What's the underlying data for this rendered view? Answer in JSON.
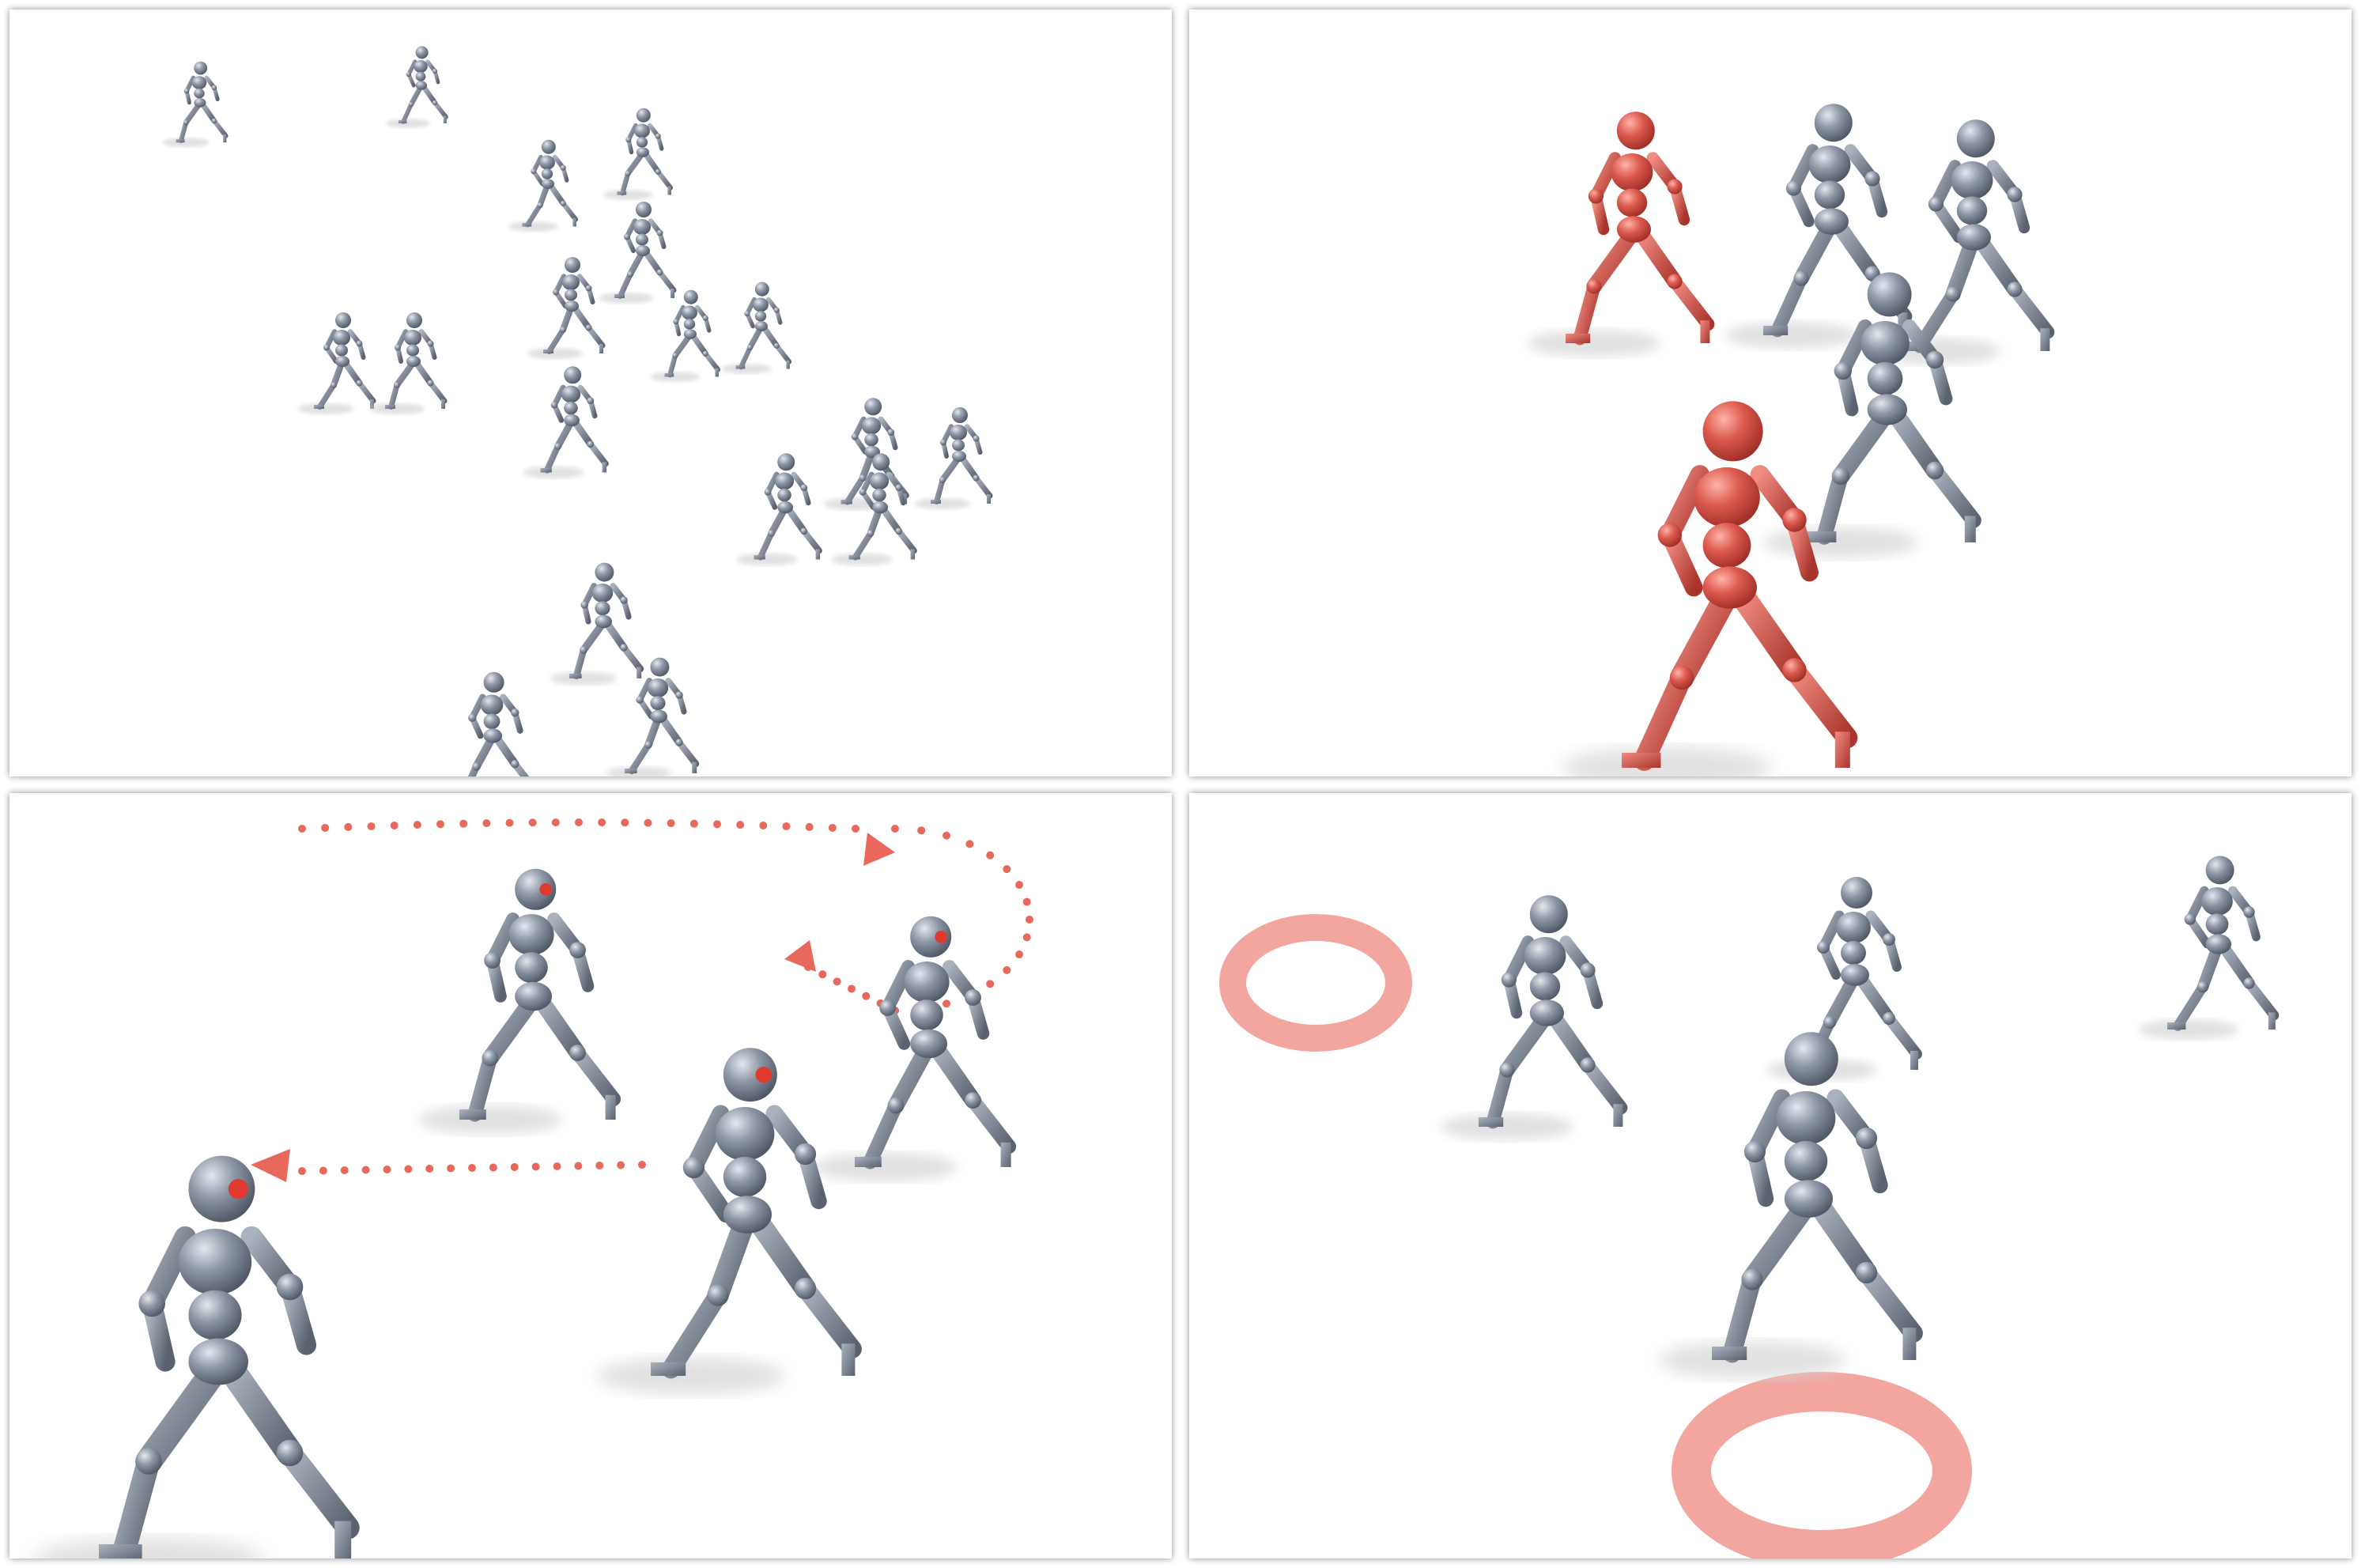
{
  "figure": {
    "panels": [
      {
        "id": "crowd",
        "description_key": "crowd-of-mannequins"
      },
      {
        "id": "interaction",
        "description_key": "red-and-gray-mannequins"
      },
      {
        "id": "trajectory",
        "description_key": "dotted-path-arrows"
      },
      {
        "id": "targets",
        "description_key": "ring-target-markers"
      }
    ],
    "colors": {
      "body": "#7d8594",
      "body_light": "#b8c0cc",
      "highlight": "#d9534f",
      "path": "#e8685c",
      "ring": "#f3a5a0",
      "shadow": "#cfcfcf",
      "background": "#ffffff"
    }
  }
}
